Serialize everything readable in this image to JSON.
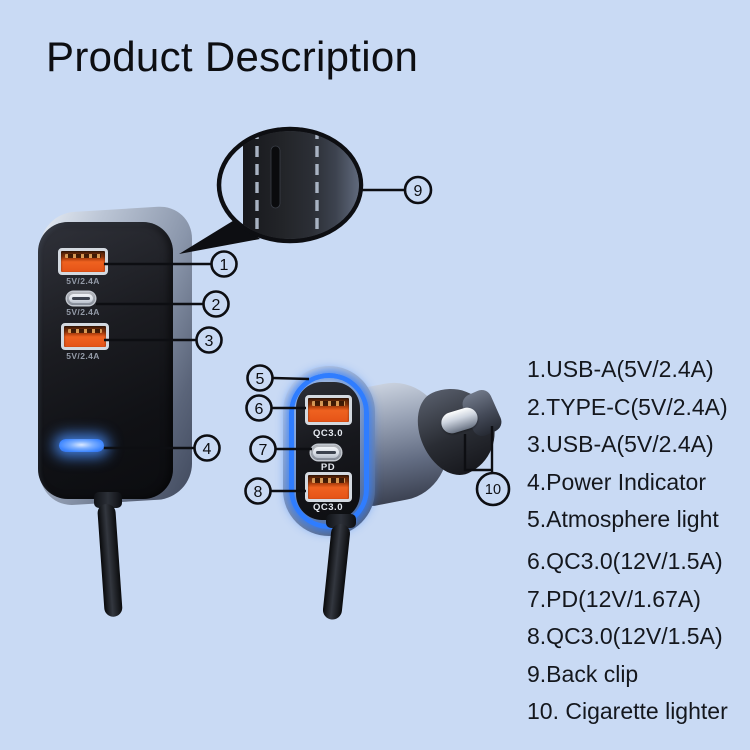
{
  "title": "Product Description",
  "colors": {
    "background": "#c9daf4",
    "atmosphere_blue": "#2f7dff",
    "usb_orange": "#ea5a1b",
    "led_blue": "#4a90ff"
  },
  "hub_ports": [
    {
      "label": "5V/2.4A"
    },
    {
      "label": "5V/2.4A"
    },
    {
      "label": "5V/2.4A"
    }
  ],
  "charger_ports": [
    {
      "label": "QC3.0"
    },
    {
      "label": "PD"
    },
    {
      "label": "QC3.0"
    }
  ],
  "callouts": [
    "1",
    "2",
    "3",
    "4",
    "5",
    "6",
    "7",
    "8",
    "9",
    "10"
  ],
  "legend": {
    "items": [
      "1.USB-A(5V/2.4A)",
      "2.TYPE-C(5V/2.4A)",
      "3.USB-A(5V/2.4A)",
      "4.Power Indicator",
      "5.Atmosphere light",
      "6.QC3.0(12V/1.5A)",
      "7.PD(12V/1.67A)",
      "8.QC3.0(12V/1.5A)",
      "9.Back clip",
      "10. Cigarette lighter"
    ]
  }
}
